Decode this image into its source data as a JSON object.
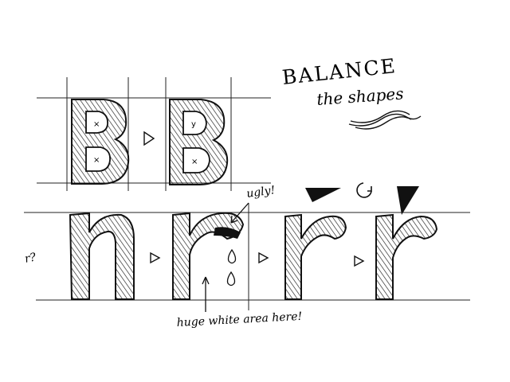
{
  "title": "BALANCE",
  "subtitle": "the shapes",
  "annotations": {
    "ugly": "ugly!",
    "white_area": "huge white area here!",
    "r_question": "r?"
  },
  "counter_marks": {
    "first_b_top": "×",
    "first_b_bottom": "×",
    "second_b_top": "y",
    "second_b_bottom": "×"
  },
  "icons": [
    "right-triangle-arrow-icon",
    "rotate-arrow-icon",
    "drop-icon",
    "wedge-icon"
  ],
  "colors": {
    "ink": "#1a1a1a",
    "paper": "#ffffff"
  }
}
